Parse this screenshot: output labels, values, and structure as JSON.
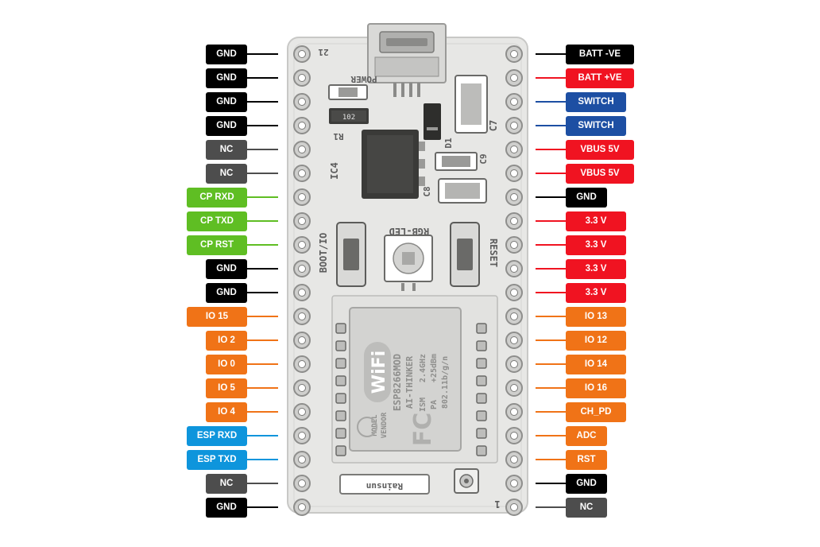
{
  "colors": {
    "black": "#000000",
    "gray": "#4d4d4d",
    "green": "#5fbe23",
    "orange": "#f07317",
    "blue": "#0e95dc",
    "navy": "#1d4fa3",
    "red": "#f01321"
  },
  "left_pins": [
    {
      "label": "GND",
      "color": "black"
    },
    {
      "label": "GND",
      "color": "black"
    },
    {
      "label": "GND",
      "color": "black"
    },
    {
      "label": "GND",
      "color": "black"
    },
    {
      "label": "NC",
      "color": "gray"
    },
    {
      "label": "NC",
      "color": "gray"
    },
    {
      "label": "CP RXD",
      "color": "green"
    },
    {
      "label": "CP TXD",
      "color": "green"
    },
    {
      "label": "CP RST",
      "color": "green"
    },
    {
      "label": "GND",
      "color": "black"
    },
    {
      "label": "GND",
      "color": "black"
    },
    {
      "label": "IO 15",
      "color": "orange"
    },
    {
      "label": "IO 2",
      "color": "orange"
    },
    {
      "label": "IO 0",
      "color": "orange"
    },
    {
      "label": "IO 5",
      "color": "orange"
    },
    {
      "label": "IO 4",
      "color": "orange"
    },
    {
      "label": "ESP RXD",
      "color": "blue"
    },
    {
      "label": "ESP TXD",
      "color": "blue"
    },
    {
      "label": "NC",
      "color": "gray"
    },
    {
      "label": "GND",
      "color": "black"
    }
  ],
  "right_pins": [
    {
      "label": "BATT -VE",
      "color": "black"
    },
    {
      "label": "BATT +VE",
      "color": "red"
    },
    {
      "label": "SWITCH",
      "color": "navy"
    },
    {
      "label": "SWITCH",
      "color": "navy"
    },
    {
      "label": "VBUS 5V",
      "color": "red"
    },
    {
      "label": "VBUS 5V",
      "color": "red"
    },
    {
      "label": "GND",
      "color": "black"
    },
    {
      "label": "3.3 V",
      "color": "red"
    },
    {
      "label": "3.3 V",
      "color": "red"
    },
    {
      "label": "3.3 V",
      "color": "red"
    },
    {
      "label": "3.3 V",
      "color": "red"
    },
    {
      "label": "IO 13",
      "color": "orange"
    },
    {
      "label": "IO 12",
      "color": "orange"
    },
    {
      "label": "IO 14",
      "color": "orange"
    },
    {
      "label": "IO 16",
      "color": "orange"
    },
    {
      "label": "CH_PD",
      "color": "orange"
    },
    {
      "label": "ADC",
      "color": "orange"
    },
    {
      "label": "RST",
      "color": "orange"
    },
    {
      "label": "GND",
      "color": "black"
    },
    {
      "label": "NC",
      "color": "gray"
    }
  ],
  "board": {
    "silkscreen": {
      "power": "POWER",
      "pin_count": "21",
      "resistor_value": "102",
      "r1": "R1",
      "ic4": "IC4",
      "d1": "D1",
      "c7": "C7",
      "c8": "C8",
      "c9": "C9",
      "rgb_led": "RGB-LED",
      "boot_io": "BOOT/IO",
      "reset": "RESET",
      "antenna": "Rainsun",
      "pin_one": "1"
    },
    "module": {
      "wifi": "WiFi",
      "model": "ESP8266MOD",
      "vendor": "AI-THINKER",
      "ism": "ISM",
      "freq": "2.4GHz",
      "pa": "PA",
      "power_dbm": "+25dBm",
      "standard": "802.11b/g/n",
      "model_label": "MODEL",
      "vendor_label": "VENDOR",
      "fcc": "FC"
    }
  }
}
